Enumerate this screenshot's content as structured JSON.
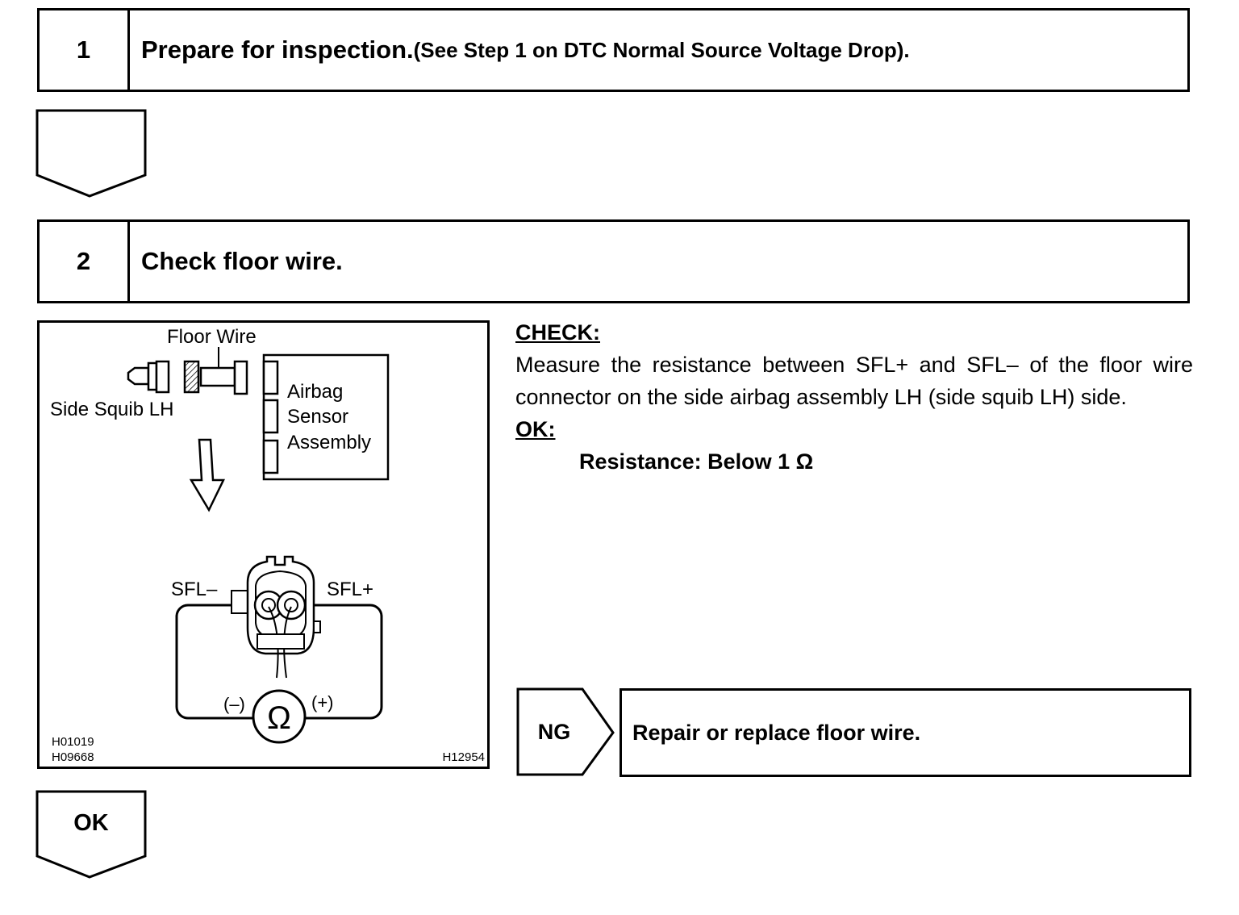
{
  "steps": [
    {
      "number": "1",
      "title": "Prepare for inspection.",
      "note": "(See Step 1 on DTC Normal Source Voltage Drop)."
    },
    {
      "number": "2",
      "title": "Check floor wire."
    }
  ],
  "figure": {
    "labels": {
      "floor_wire": "Floor Wire",
      "side_squib": "Side Squib LH",
      "airbag_line1": "Airbag",
      "airbag_line2": "Sensor",
      "airbag_line3": "Assembly",
      "sfl_minus": "SFL–",
      "sfl_plus": "SFL+",
      "minus": "(–)",
      "plus": "(+)",
      "ohm": "Ω"
    },
    "codes": {
      "code1": "H01019",
      "code2": "H09668",
      "code3": "H12954"
    }
  },
  "check": {
    "heading": "CHECK:",
    "body": "Measure the resistance between SFL+ and SFL– of the floor wire connector on the side airbag assembly LH (side squib LH) side.",
    "ok_heading": "OK:",
    "spec": "Resistance: Below 1 Ω"
  },
  "ng": {
    "label": "NG",
    "action": "Repair or replace floor wire."
  },
  "ok": {
    "label": "OK"
  }
}
